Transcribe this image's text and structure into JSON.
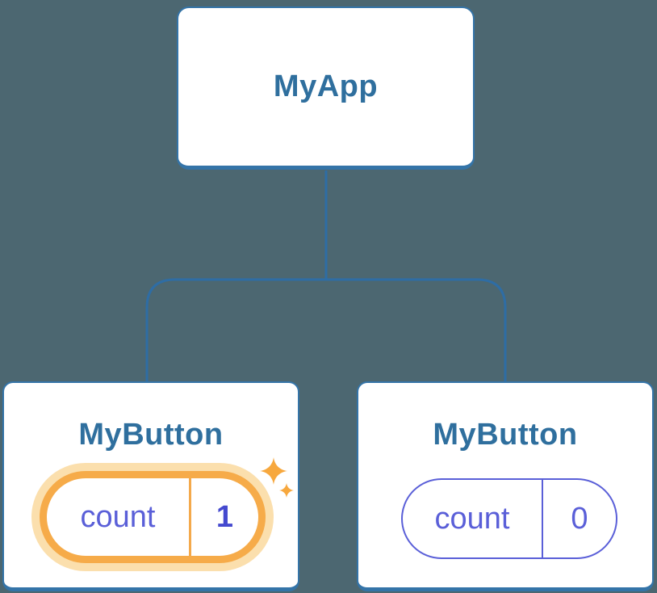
{
  "diagram": {
    "type": "component-tree",
    "root": {
      "label": "MyApp"
    },
    "children": [
      {
        "label": "MyButton",
        "state": {
          "key": "count",
          "value": "1"
        },
        "highlighted": true,
        "icon": "sparkles-icon"
      },
      {
        "label": "MyButton",
        "state": {
          "key": "count",
          "value": "0"
        },
        "highlighted": false
      }
    ],
    "colors": {
      "background": "#4c6771",
      "node_fill": "#ffffff",
      "node_border": "#3474a8",
      "node_label": "#2f6f9e",
      "connector": "#2e6da5",
      "state_text": "#5a5fd8",
      "state_value_highlighted": "#4449cf",
      "highlight_ring": "#f6ab49",
      "highlight_glow": "#fbdfad",
      "sparkle": "#f7a83e"
    }
  }
}
